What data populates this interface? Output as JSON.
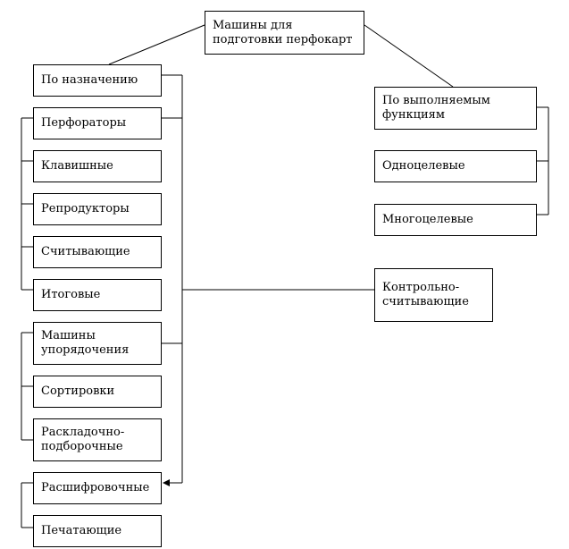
{
  "root": "Машины для\nподготовки перфокарт",
  "by_purpose": "По назначению",
  "by_function": "По выполняемым\nфункциям",
  "left_items": {
    "perforators": "Перфораторы",
    "keyboard": "Клавишные",
    "reproducers": "Репродукторы",
    "readers": "Считывающие",
    "summary": "Итоговые",
    "ordering": "Машины\nупорядочения",
    "sorters": "Сортировки",
    "collators": "Раскладочно-\nподборочные",
    "interpreters": "Расшифровочные",
    "printers": "Печатающие"
  },
  "right_items": {
    "single": "Одноцелевые",
    "multi": "Многоцелевые",
    "control": "Контрольно-\nсчитывающие"
  }
}
